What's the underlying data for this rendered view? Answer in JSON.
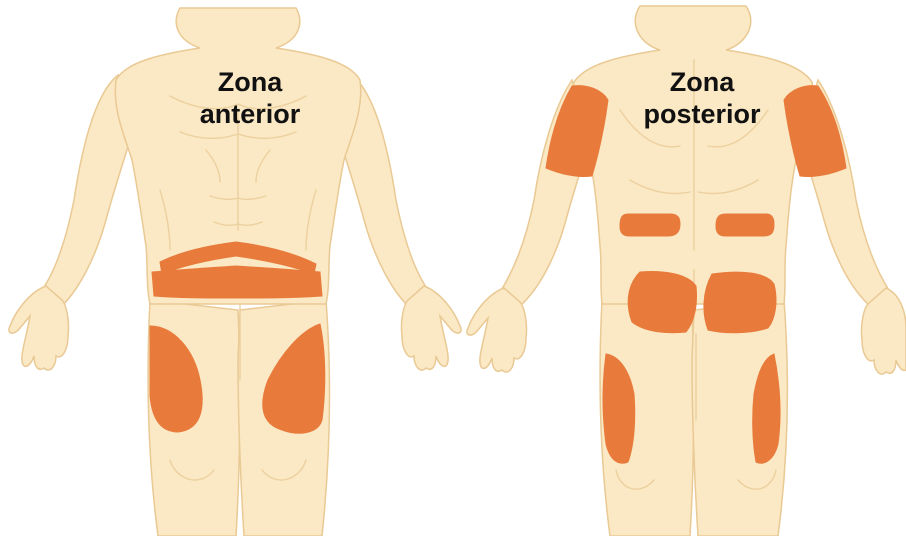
{
  "front": {
    "title_line1": "Zona",
    "title_line2": "anterior",
    "zones": [
      "abdomen-upper-band",
      "abdomen-lower-band",
      "thigh-right",
      "thigh-left"
    ]
  },
  "back": {
    "title_line1": "Zona",
    "title_line2": "posterior",
    "zones": [
      "upper-arm-left",
      "upper-arm-right",
      "lower-back-left",
      "lower-back-right",
      "buttock-left",
      "buttock-right",
      "thigh-left",
      "thigh-right"
    ]
  },
  "colors": {
    "skin": "#fbe8c4",
    "outline": "#e9c994",
    "injection_zone": "#e87b3c",
    "text": "#111111"
  }
}
